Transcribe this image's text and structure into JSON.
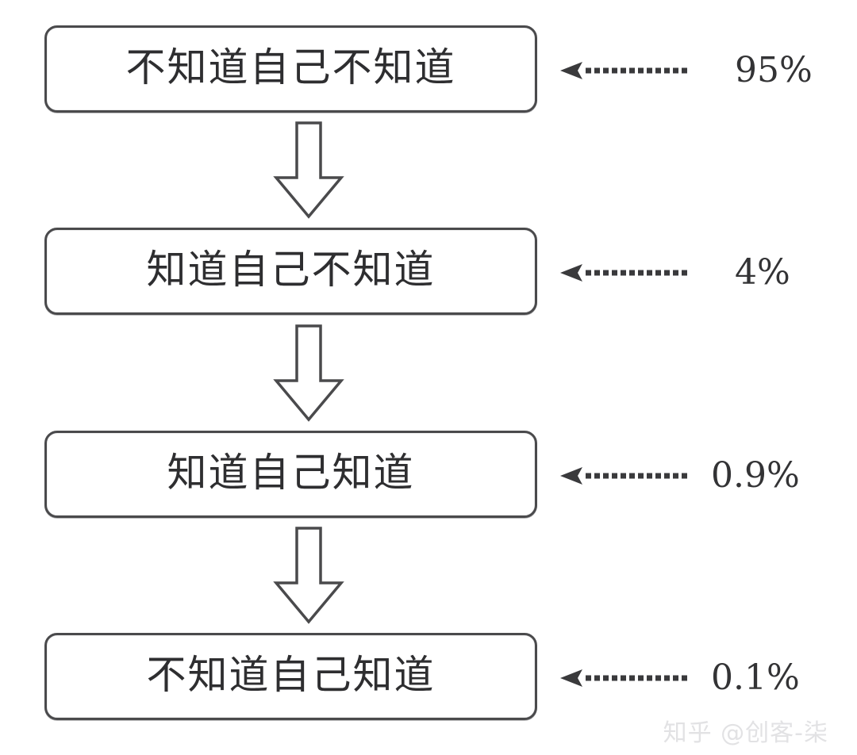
{
  "diagram": {
    "type": "flowchart",
    "title": "",
    "orientation": "vertical-top-to-bottom",
    "steps": [
      {
        "label": "不知道自己不知道",
        "percent": "95%",
        "arrow_icon": "dotted-left-arrow-icon"
      },
      {
        "label": "知道自己不知道",
        "percent": "4%",
        "arrow_icon": "dotted-left-arrow-icon"
      },
      {
        "label": "知道自己知道",
        "percent": "0.9%",
        "arrow_icon": "dotted-left-arrow-icon"
      },
      {
        "label": "不知道自己知道",
        "percent": "0.1%",
        "arrow_icon": "dotted-left-arrow-icon"
      }
    ],
    "connectors": [
      {
        "icon": "down-block-arrow-icon"
      },
      {
        "icon": "down-block-arrow-icon"
      },
      {
        "icon": "down-block-arrow-icon"
      }
    ],
    "colors": {
      "background": "#ffffff",
      "box_border": "#4a4a4c",
      "text": "#2e2e30",
      "percent_text": "#333335",
      "watermark": "#e2e2e4"
    }
  },
  "watermark": {
    "text": "知乎 @创客-柒"
  },
  "chart_data": {
    "type": "bar",
    "categories": [
      "不知道自己不知道",
      "知道自己不知道",
      "知道自己知道",
      "不知道自己知道"
    ],
    "values": [
      95,
      4,
      0.9,
      0.1
    ],
    "value_labels": [
      "95%",
      "4%",
      "0.9%",
      "0.1%"
    ],
    "title": "",
    "xlabel": "",
    "ylabel": "",
    "ylim": [
      0,
      100
    ],
    "unit": "%"
  }
}
